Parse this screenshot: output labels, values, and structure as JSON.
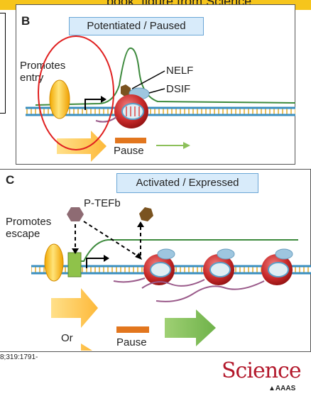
{
  "top_caption": "book, figure from Science.",
  "panel_b": {
    "letter": "B",
    "state_label": "Potentiated / Paused",
    "promotes_label": "Promotes\nentry",
    "nelf_label": "NELF",
    "dsif_label": "DSIF",
    "pause_label": "Pause"
  },
  "panel_c": {
    "letter": "C",
    "state_label": "Activated / Expressed",
    "ptefb_label": "P-TEFb",
    "promotes_label": "Promotes\nescape",
    "or_label": "Or",
    "pause_label": "Pause"
  },
  "citation": "8;319:1791-",
  "logo": {
    "science": "Science",
    "aaas": "AAAS"
  },
  "colors": {
    "highlight_circle": "#e02020",
    "signal_line": "#3d8a3d",
    "polymerase": "#c92a2a",
    "arrow_fill": "#fdc64a",
    "pause_bar": "#e2761e",
    "ptefb": "#8e6b73",
    "nelf": "#7a5320",
    "dsif": "#9ec6df"
  }
}
